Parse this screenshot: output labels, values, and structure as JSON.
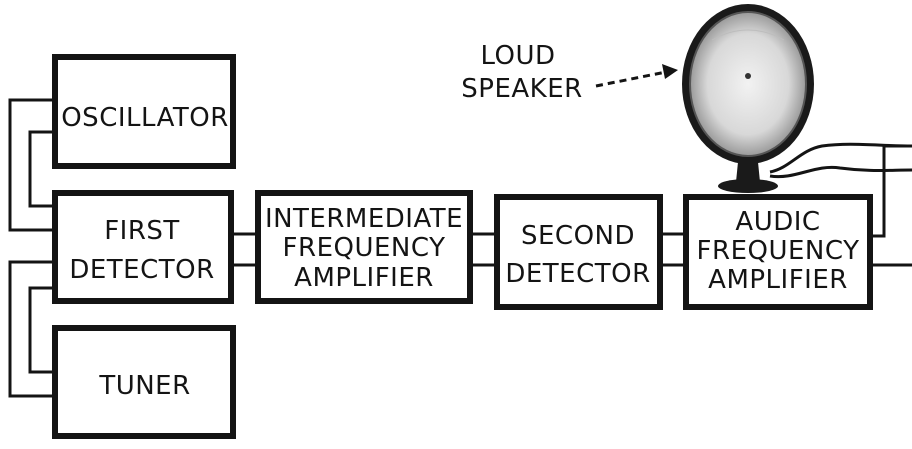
{
  "blocks": {
    "oscillator": [
      "OSCILLATOR"
    ],
    "first_detector": [
      "FIRST",
      "DETECTOR"
    ],
    "tuner": [
      "TUNER"
    ],
    "if_amplifier": [
      "INTERMEDIATE",
      "FREQUENCY",
      "AMPLIFIER"
    ],
    "second_detector": [
      "SECOND",
      "DETECTOR"
    ],
    "audio_amplifier": [
      "AUDIC",
      "FREQUENCY",
      "AMPLIFIER"
    ]
  },
  "loudspeaker_label": [
    "LOUD",
    "SPEAKER"
  ]
}
